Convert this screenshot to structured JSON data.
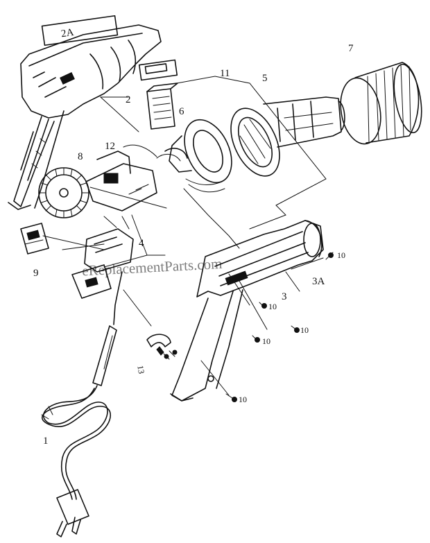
{
  "diagram": {
    "labels": {
      "part_2a": "2A",
      "part_2": "2",
      "part_11": "11",
      "part_5": "5",
      "part_7": "7",
      "part_6": "6",
      "part_12": "12",
      "part_8": "8",
      "part_9": "9",
      "part_4": "4",
      "part_3a": "3A",
      "part_3": "3",
      "part_10_a": "10",
      "part_10_b": "10",
      "part_10_c": "10",
      "part_10_d": "10",
      "part_10_e": "10",
      "part_13": "13",
      "part_1": "1"
    },
    "watermark": "eReplacementParts.com"
  }
}
